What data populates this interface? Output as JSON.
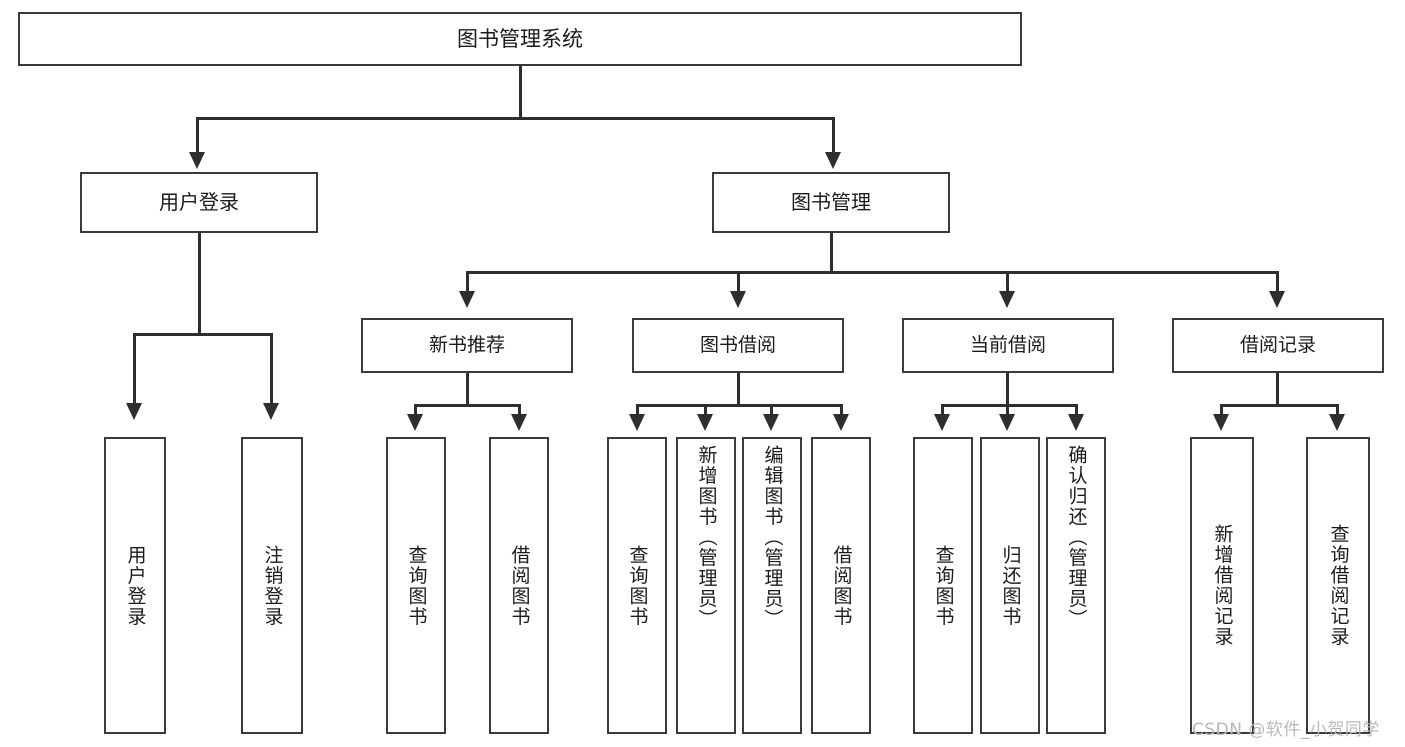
{
  "diagram": {
    "title": "图书管理系统",
    "type": "hierarchy-tree",
    "root": {
      "id": "root",
      "label": "图书管理系统"
    },
    "level2": [
      {
        "id": "user-login",
        "label": "用户登录"
      },
      {
        "id": "book-manage",
        "label": "图书管理"
      }
    ],
    "level3": [
      {
        "id": "new-book-recommend",
        "label": "新书推荐"
      },
      {
        "id": "book-borrow",
        "label": "图书借阅"
      },
      {
        "id": "current-borrow",
        "label": "当前借阅"
      },
      {
        "id": "borrow-record",
        "label": "借阅记录"
      }
    ],
    "leaves": {
      "user_login": [
        {
          "id": "leaf-user-login",
          "label": "用户登录"
        },
        {
          "id": "leaf-logout",
          "label": "注销登录"
        }
      ],
      "new_book_recommend": [
        {
          "id": "leaf-query-book-1",
          "label": "查询图书"
        },
        {
          "id": "leaf-borrow-book-1",
          "label": "借阅图书"
        }
      ],
      "book_borrow": [
        {
          "id": "leaf-query-book-2",
          "label": "查询图书"
        },
        {
          "id": "leaf-add-book",
          "label": "新增图书（管理员）"
        },
        {
          "id": "leaf-edit-book",
          "label": "编辑图书（管理员）"
        },
        {
          "id": "leaf-borrow-book-2",
          "label": "借阅图书"
        }
      ],
      "current_borrow": [
        {
          "id": "leaf-query-book-3",
          "label": "查询图书"
        },
        {
          "id": "leaf-return-book",
          "label": "归还图书"
        },
        {
          "id": "leaf-confirm-return",
          "label": "确认归还（管理员）"
        }
      ],
      "borrow_record": [
        {
          "id": "leaf-add-record",
          "label": "新增借阅记录"
        },
        {
          "id": "leaf-query-record",
          "label": "查询借阅记录"
        }
      ]
    }
  },
  "watermark": {
    "text": "CSDN @软件_小贺同学"
  },
  "colors": {
    "box_border": "#3a3a3a",
    "connector": "#2e2e2e",
    "background": "#ffffff",
    "text": "#1b1b1b",
    "watermark": "#b9b9b9"
  }
}
